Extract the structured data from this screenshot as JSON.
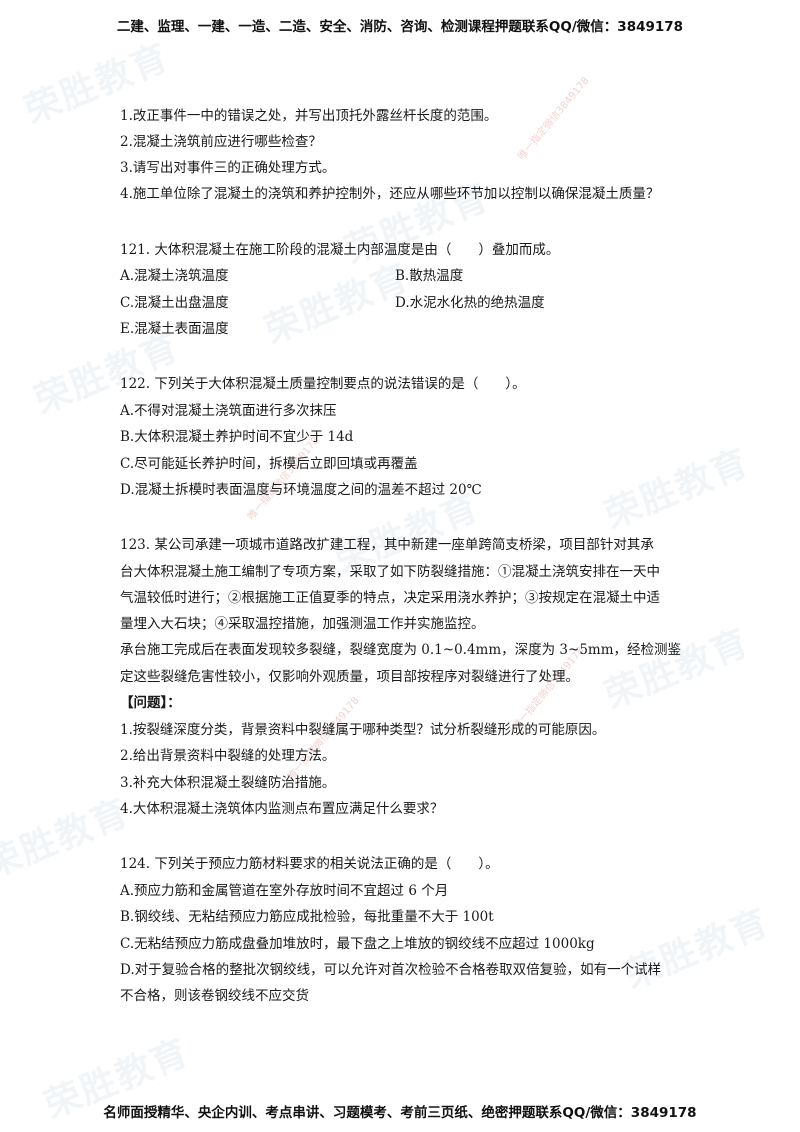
{
  "header": {
    "text": "二建、监理、一建、一造、二造、安全、消防、咨询、检测课程押题联系QQ/微信：3849178"
  },
  "watermark": {
    "brand": "荣胜教育",
    "small_text": "唯一指定微信3849178"
  },
  "prev_question": {
    "items": [
      "1.改正事件一中的错误之处，并写出顶托外露丝杆长度的范围。",
      "2.混凝土浇筑前应进行哪些检查？",
      "3.请写出对事件三的正确处理方式。",
      "4.施工单位除了混凝土的浇筑和养护控制外，还应从哪些环节加以控制以确保混凝土质量？"
    ]
  },
  "q121": {
    "stem": "121. 大体积混凝土在施工阶段的混凝土内部温度是由（　　）叠加而成。",
    "options": {
      "a": "A.混凝土浇筑温度",
      "b": "B.散热温度",
      "c": "C.混凝土出盘温度",
      "d": "D.水泥水化热的绝热温度",
      "e": "E.混凝土表面温度"
    }
  },
  "q122": {
    "stem": "122. 下列关于大体积混凝土质量控制要点的说法错误的是（　　）。",
    "options": [
      "A.不得对混凝土浇筑面进行多次抹压",
      "B.大体积混凝土养护时间不宜少于 14d",
      "C.尽可能延长养护时间，拆模后立即回填或再覆盖",
      "D.混凝土拆模时表面温度与环境温度之间的温差不超过 20℃"
    ]
  },
  "q123": {
    "lines": [
      "123. 某公司承建一项城市道路改扩建工程，其中新建一座单跨简支桥梁，项目部针对其承",
      "台大体积混凝土施工编制了专项方案，采取了如下防裂缝措施：①混凝土浇筑安排在一天中",
      "气温较低时进行；②根据施工正值夏季的特点，决定采用浇水养护；③按规定在混凝土中适",
      "量埋入大石块；④采取温控措施，加强测温工作并实施监控。",
      "承台施工完成后在表面发现较多裂缝，裂缝宽度为 0.1~0.4mm，深度为 3~5mm，经检测鉴",
      "定这些裂缝危害性较小，仅影响外观质量，项目部按程序对裂缝进行了处理。"
    ],
    "problem_label": "【问题】：",
    "questions": [
      "1.按裂缝深度分类，背景资料中裂缝属于哪种类型？试分析裂缝形成的可能原因。",
      "2.给出背景资料中裂缝的处理方法。",
      "3.补充大体积混凝土裂缝防治措施。",
      "4.大体积混凝土浇筑体内监测点布置应满足什么要求？"
    ]
  },
  "q124": {
    "stem": "124. 下列关于预应力筋材料要求的相关说法正确的是（　　）。",
    "options": [
      "A.预应力筋和金属管道在室外存放时间不宜超过 6 个月",
      "B.钢绞线、无粘结预应力筋应成批检验，每批重量不大于 100t",
      "C.无粘结预应力筋成盘叠加堆放时，最下盘之上堆放的钢绞线不应超过 1000kg",
      "D.对于复验合格的整批次钢绞线，可以允许对首次检验不合格卷取双倍复验，如有一个试样",
      "不合格，则该卷钢绞线不应交货"
    ]
  },
  "footer": {
    "text": "名师面授精华、央企内训、考点串讲、习题模考、考前三页纸、绝密押题联系QQ/微信：3849178"
  }
}
